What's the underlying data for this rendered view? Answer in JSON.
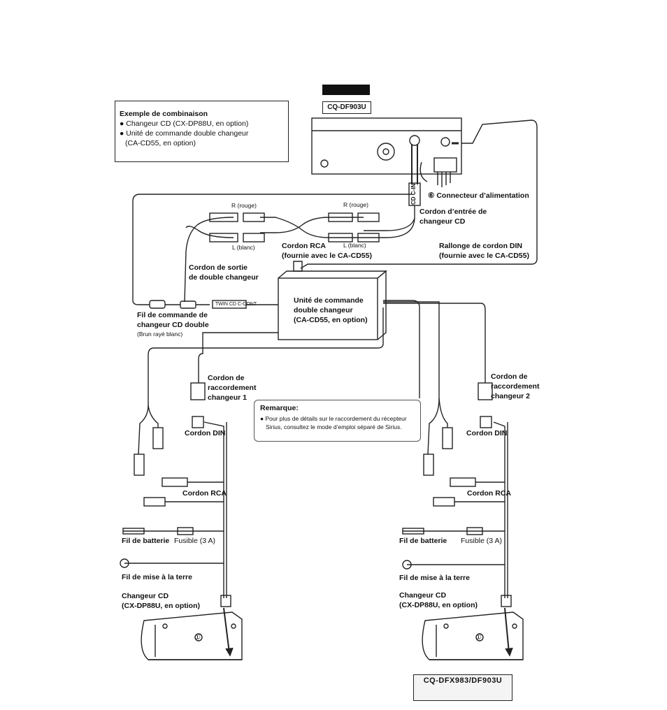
{
  "header_bar": "",
  "model_label": "CQ-DF903U",
  "combo_box": {
    "title": "Exemple de combinaison",
    "items": [
      "● Changeur CD (CX-DP88U, en option)",
      "● Unité de commande double changeur",
      "(CA-CD55, en option)"
    ]
  },
  "labels": {
    "power_connector": "⑥ Connecteur d’alimentation",
    "cdc_in": "CD C-IN",
    "cd_input_cord_1": "Cordon d’entrée de",
    "cd_input_cord_2": "changeur CD",
    "r_rouge_left": "R (rouge)",
    "r_rouge_right": "R (rouge)",
    "l_blanc_left": "L (blanc)",
    "l_blanc_right": "L (blanc)",
    "rca_cord_1": "Cordon RCA",
    "rca_cord_2": "(fournie avec le CA-CD55)",
    "din_ext_1": "Rallonge de cordon DIN",
    "din_ext_2": "(fournie avec le CA-CD55)",
    "dual_out_1": "Cordon de sortie",
    "dual_out_2": "de double changeur",
    "dual_unit_1": "Unité de commande",
    "dual_unit_2": "double changeur",
    "dual_unit_3": "(CA-CD55, en option)",
    "twin_tag": "TWIN CD C-CONT",
    "ctrl_wire_1": "Fil de commande de",
    "ctrl_wire_2": "changeur CD double",
    "ctrl_wire_3": "(Brun rayé blanc)",
    "conn1_1": "Cordon de",
    "conn1_2": "raccordement",
    "conn1_3": "changeur 1",
    "conn2_1": "Cordon de",
    "conn2_2": "raccordement",
    "conn2_3": "changeur 2",
    "din_left": "Cordon DIN",
    "din_right": "Cordon DIN",
    "rca_left": "Cordon RCA",
    "rca_right": "Cordon RCA",
    "battery_left": "Fil de batterie",
    "battery_right": "Fil de batterie",
    "fuse_left": "Fusible (3 A)",
    "fuse_right": "Fusible (3 A)",
    "ground_left": "Fil de mise à la terre",
    "ground_right": "Fil de mise à la terre",
    "changer_left_1": "Changeur CD",
    "changer_left_2": "(CX-DP88U, en option)",
    "changer_right_1": "Changeur CD",
    "changer_right_2": "(CX-DP88U, en option)",
    "changer_num": "①"
  },
  "note": {
    "title": "Remarque:",
    "text_1": "● Pour plus de détails sur le raccordement du récepteur",
    "text_2": "Sirius, consultez le mode d’emploi séparé de Sirius."
  },
  "page_tag": "CQ-DFX983/DF903U"
}
